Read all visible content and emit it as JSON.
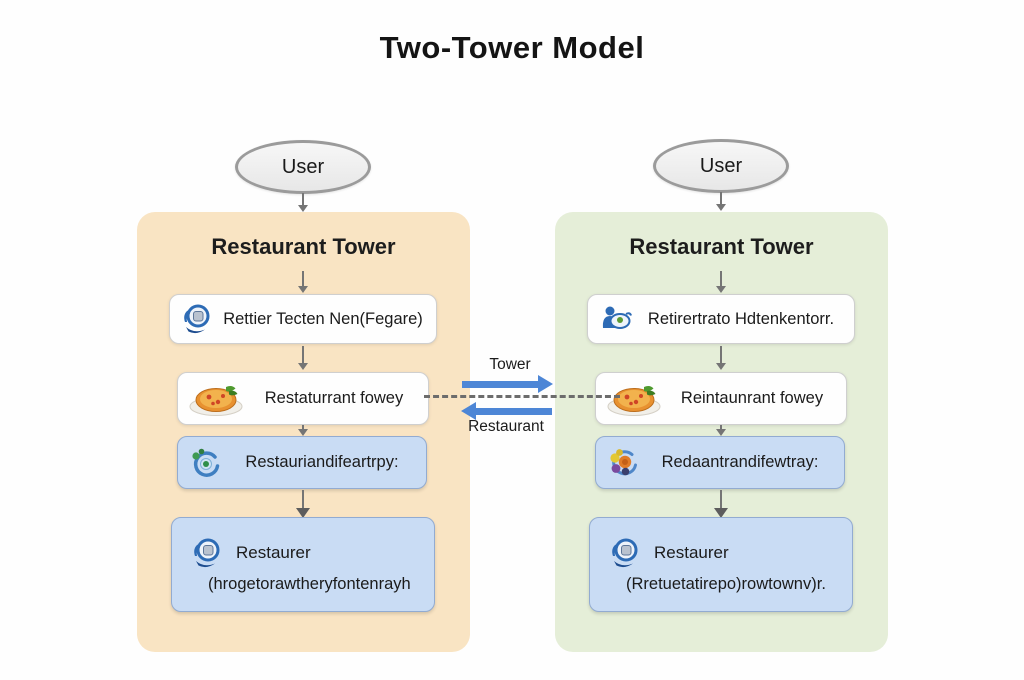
{
  "title": "Two-Tower Model",
  "connection": {
    "top_arrow_label": "Tower",
    "bottom_arrow_label": "Restaurant"
  },
  "towers": [
    {
      "user_label": "User",
      "title": "Restaurant Tower",
      "theme_color": "#f9e4c3",
      "boxes": [
        {
          "icon": "care-hands-icon",
          "style": "white",
          "text": "Rettier Tecten Nen(Fegare)"
        },
        {
          "icon": "pizza-plate-icon",
          "style": "white",
          "text": "Restaturrant fowey"
        },
        {
          "icon": "molecule-icon",
          "style": "blue",
          "text": "Restauriandifeartrpy:"
        },
        {
          "icon": "care-hands-icon",
          "style": "blue",
          "text": "Restaurer",
          "subtext": "(hrogetorawtheryfontenrayh"
        }
      ]
    },
    {
      "user_label": "User",
      "title": "Restaurant Tower",
      "theme_color": "#e5eed8",
      "boxes": [
        {
          "icon": "person-bowl-icon",
          "style": "white",
          "text": "Retirertrato Hdtenkentorr."
        },
        {
          "icon": "pizza-plate-icon",
          "style": "white",
          "text": "Reintaunrant fowey"
        },
        {
          "icon": "fruit-cluster-icon",
          "style": "blue",
          "text": "Redaantrandifewtray:"
        },
        {
          "icon": "care-hands-icon",
          "style": "blue",
          "text": "Restaurer",
          "subtext": "(Rretuetatirepo)rowtownv)r."
        }
      ]
    }
  ],
  "colors": {
    "accent_blue": "#4d86d6",
    "tower_left_bg": "#f9e4c3",
    "tower_right_bg": "#e5eed8",
    "box_blue_bg": "#c9dcf4",
    "arrow_gray": "#757575"
  }
}
